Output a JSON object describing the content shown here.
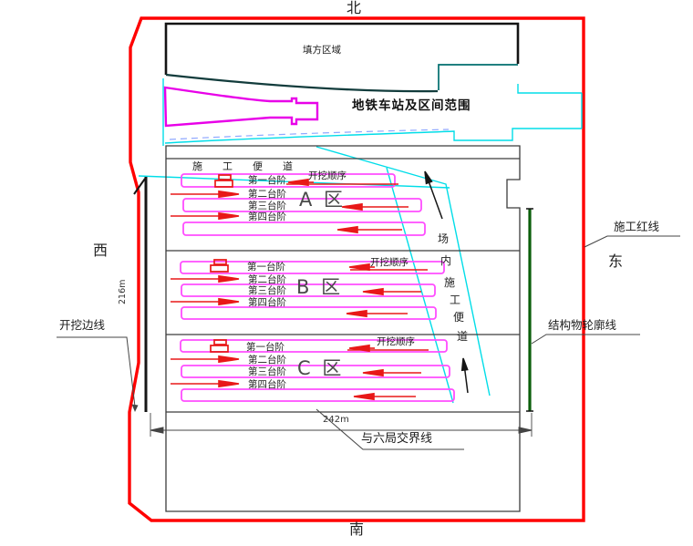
{
  "compass": {
    "north": "北",
    "south": "南",
    "west": "西",
    "east": "东"
  },
  "areas": {
    "fill_area": "填方区域",
    "metro_range": "地铁车站及区间范围",
    "construction_road": "施工便道",
    "onsite_road_chars": [
      "场",
      "内",
      "施",
      "工",
      "便",
      "道"
    ]
  },
  "zones": [
    {
      "name": "A 区",
      "sequence_label": "开挖顺序",
      "steps": [
        "第一台阶",
        "第二台阶",
        "第三台阶",
        "第四台阶"
      ]
    },
    {
      "name": "B 区",
      "sequence_label": "开挖顺序",
      "steps": [
        "第一台阶",
        "第二台阶",
        "第三台阶",
        "第四台阶"
      ]
    },
    {
      "name": "C 区",
      "sequence_label": "开挖顺序",
      "steps": [
        "第一台阶",
        "第二台阶",
        "第三台阶",
        "第四台阶"
      ]
    }
  ],
  "annotations": {
    "red_line_label": "施工红线",
    "structure_outline_label": "结构物轮廓线",
    "excavation_edge_label": "开挖边线",
    "sixth_bureau_boundary_label": "与六局交界线",
    "width_dimension": "242m",
    "height_dimension": "216m"
  },
  "colors": {
    "boundary_red": "#ff0000",
    "step_bar_magenta": "#ff4dff",
    "metro_magenta": "#e800e8",
    "road_cyan": "#00dde8",
    "structure_green": "#0b5e0b",
    "fill_teal": "#006e6e",
    "arrow_red": "#e81818"
  }
}
